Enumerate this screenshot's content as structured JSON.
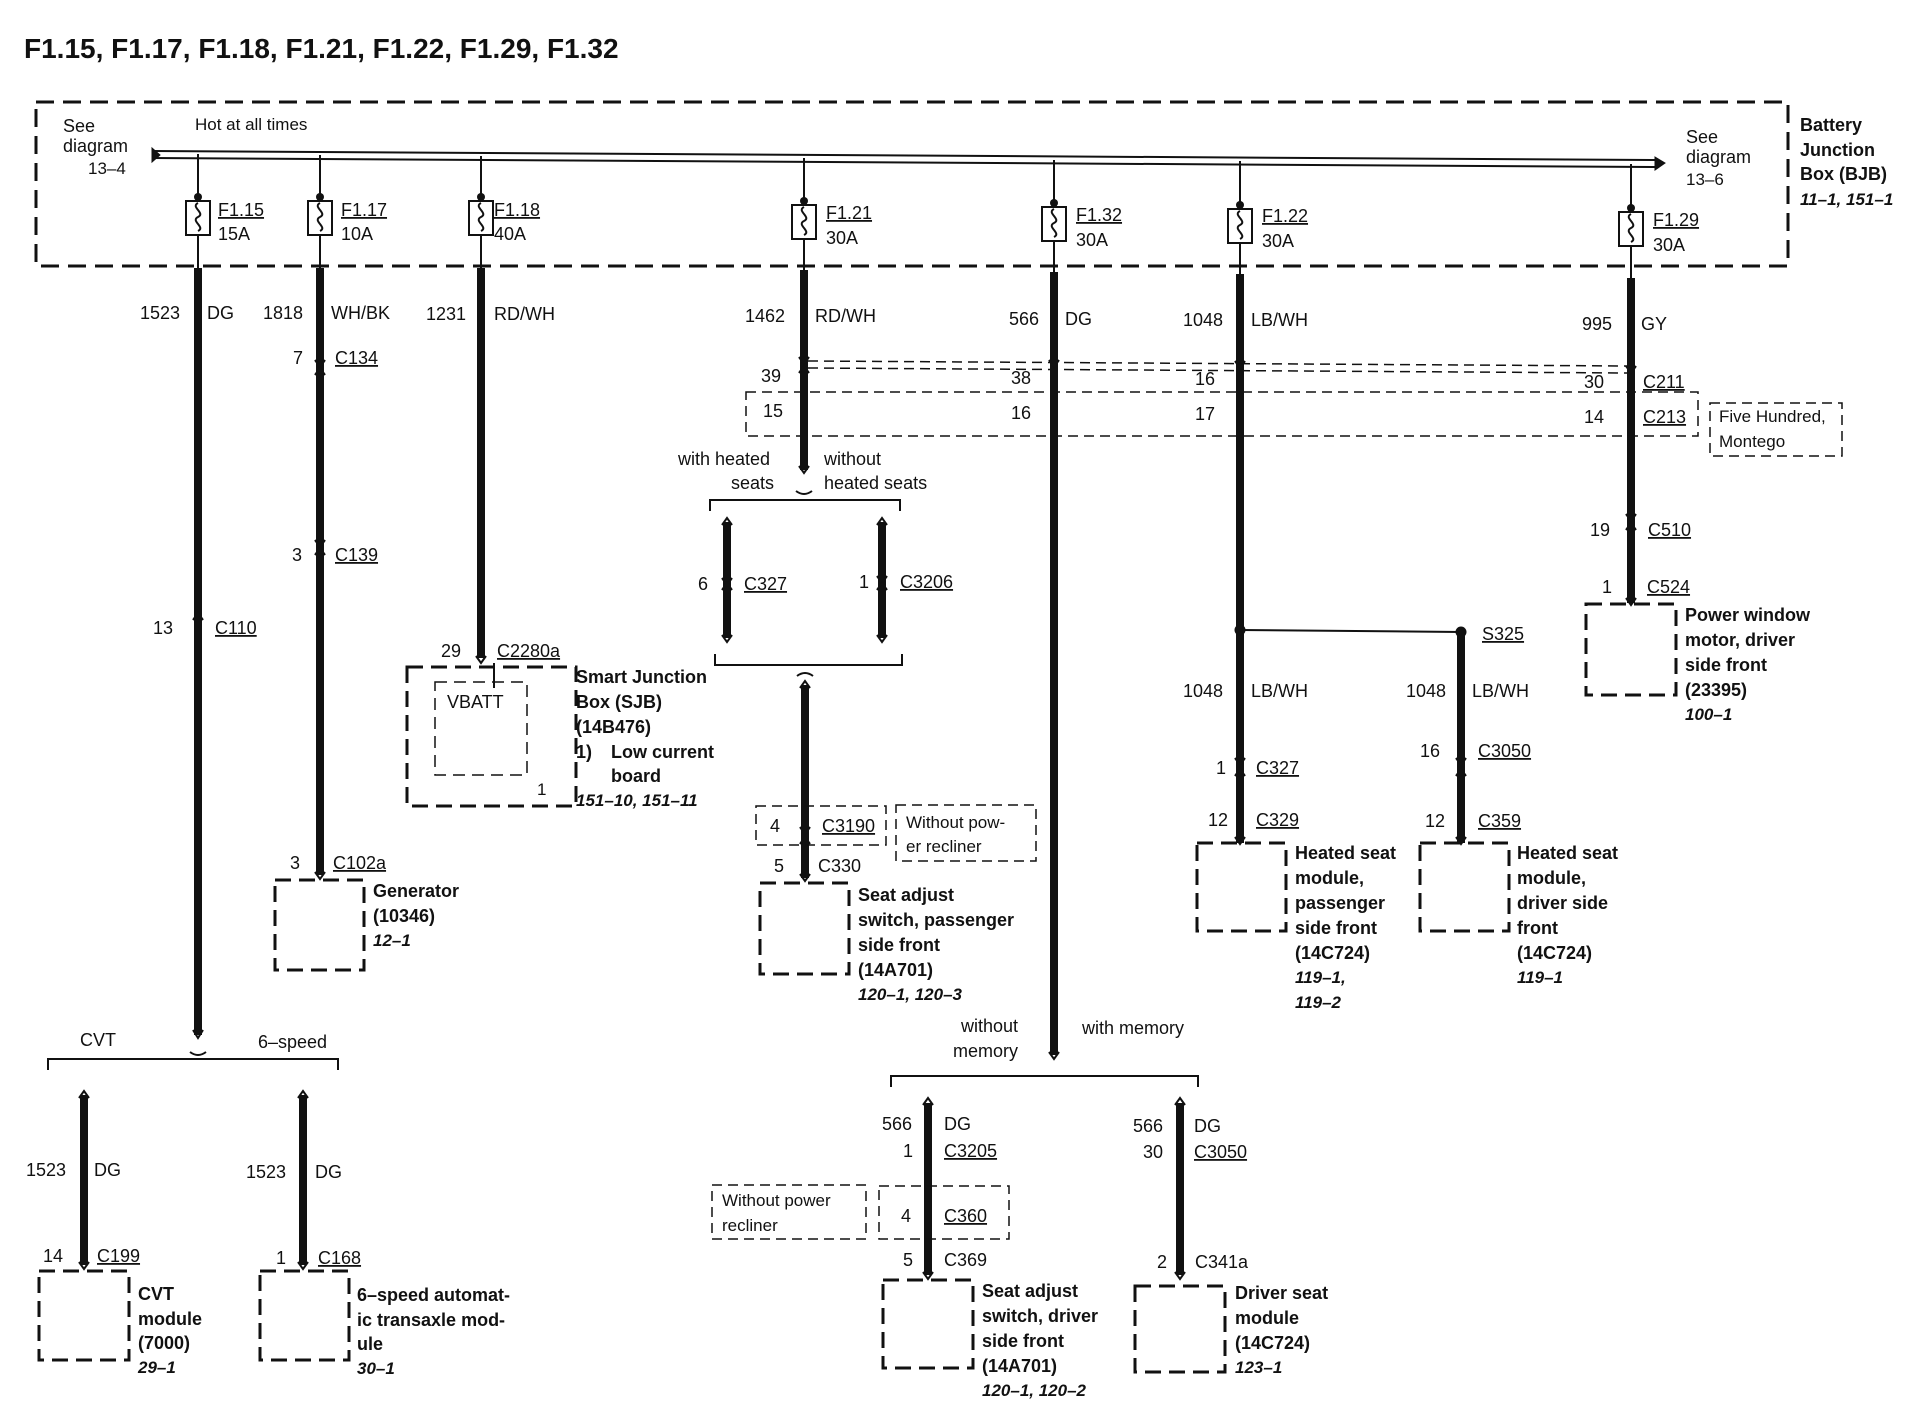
{
  "title": "F1.15, F1.17, F1.18, F1.21, F1.22, F1.29, F1.32",
  "bjb": {
    "see_left_1": "See",
    "see_left_2": "diagram",
    "see_left_ref": "13–4",
    "hot_label": "Hot at all times",
    "see_right_1": "See",
    "see_right_2": "diagram",
    "see_right_ref": "13–6",
    "name_1": "Battery",
    "name_2": "Junction",
    "name_3": "Box (BJB)",
    "name_ref": "11–1, 151–1"
  },
  "fuses": [
    {
      "name": "F1.15",
      "amps": "15A"
    },
    {
      "name": "F1.17",
      "amps": "10A"
    },
    {
      "name": "F1.18",
      "amps": "40A"
    },
    {
      "name": "F1.21",
      "amps": "30A"
    },
    {
      "name": "F1.32",
      "amps": "30A"
    },
    {
      "name": "F1.22",
      "amps": "30A"
    },
    {
      "name": "F1.29",
      "amps": "30A"
    }
  ],
  "wires": [
    {
      "circuit": "1523",
      "color": "DG"
    },
    {
      "circuit": "1818",
      "color": "WH/BK"
    },
    {
      "circuit": "1231",
      "color": "RD/WH"
    },
    {
      "circuit": "1462",
      "color": "RD/WH"
    },
    {
      "circuit": "566",
      "color": "DG"
    },
    {
      "circuit": "1048",
      "color": "LB/WH"
    },
    {
      "circuit": "995",
      "color": "GY"
    }
  ],
  "c211": {
    "name": "C211",
    "p1": "39",
    "p2": "38",
    "p3": "16",
    "p4": "30"
  },
  "c213": {
    "name": "C213",
    "p1": "15",
    "p2": "16",
    "p3": "17",
    "p4": "14",
    "note_1": "Five Hundred,",
    "note_2": "Montego"
  },
  "col1": {
    "c110_pin": "13",
    "c110": "C110",
    "branch_left": "CVT",
    "branch_right": "6–speed",
    "cvt_circuit": "1523",
    "cvt_color": "DG",
    "c199_pin": "14",
    "c199": "C199",
    "cvt_name_1": "CVT",
    "cvt_name_2": "module",
    "cvt_name_3": "(7000)",
    "cvt_ref": "29–1",
    "six_circuit": "1523",
    "six_color": "DG",
    "c168_pin": "1",
    "c168": "C168",
    "six_name_1": "6–speed automat-",
    "six_name_2": "ic transaxle mod-",
    "six_name_3": "ule",
    "six_ref": "30–1"
  },
  "col2": {
    "c134_pin": "7",
    "c134": "C134",
    "c139_pin": "3",
    "c139": "C139",
    "c102_pin": "3",
    "c102": "C102a",
    "gen_1": "Generator",
    "gen_2": "(10346)",
    "gen_ref": "12–1"
  },
  "col3": {
    "c2280_pin": "29",
    "c2280": "C2280a",
    "vbatt": "VBATT",
    "pin1": "1",
    "sjb_1": "Smart Junction",
    "sjb_2": "Box (SJB)",
    "sjb_3": "(14B476)",
    "sjb_4": "1)",
    "sjb_5": "Low current",
    "sjb_6": "board",
    "sjb_ref": "151–10, 151–11"
  },
  "col4": {
    "with_1": "with heated",
    "with_2": "seats",
    "without_1": "without",
    "without_2": "heated seats",
    "c327_pin": "6",
    "c327": "C327",
    "c3206_pin": "1",
    "c3206": "C3206",
    "c3190_pin": "4",
    "c3190": "C3190",
    "recliner_1": "Without pow-",
    "recliner_2": "er recliner",
    "c330_pin": "5",
    "c330": "C330",
    "sw_1": "Seat adjust",
    "sw_2": "switch, passenger",
    "sw_3": "side front",
    "sw_4": "(14A701)",
    "sw_ref": "120–1, 120–3"
  },
  "col5": {
    "without_1": "without",
    "without_2": "memory",
    "with_mem": "with memory",
    "a_circuit": "566",
    "a_color": "DG",
    "c3205_pin": "1",
    "c3205": "C3205",
    "recl_1": "Without power",
    "recl_2": "recliner",
    "c360_pin": "4",
    "c360": "C360",
    "c369_pin": "5",
    "c369": "C369",
    "sw_1": "Seat adjust",
    "sw_2": "switch, driver",
    "sw_3": "side front",
    "sw_4": "(14A701)",
    "sw_ref": "120–1, 120–2",
    "b_circuit": "566",
    "b_color": "DG",
    "c3050_pin": "30",
    "c3050": "C3050",
    "c341_pin": "2",
    "c341": "C341a",
    "dsm_1": "Driver seat",
    "dsm_2": "module",
    "dsm_3": "(14C724)",
    "dsm_ref": "123–1"
  },
  "col6": {
    "s325": "S325",
    "a_circuit": "1048",
    "a_color": "LB/WH",
    "c327_pin": "1",
    "c327": "C327",
    "c329_pin": "12",
    "c329": "C329",
    "hp_1": "Heated seat",
    "hp_2": "module,",
    "hp_3": "passenger",
    "hp_4": "side front",
    "hp_5": "(14C724)",
    "hp_ref_1": "119–1,",
    "hp_ref_2": "119–2",
    "b_circuit": "1048",
    "b_color": "LB/WH",
    "c3050_pin": "16",
    "c3050": "C3050",
    "c359_pin": "12",
    "c359": "C359",
    "hd_1": "Heated seat",
    "hd_2": "module,",
    "hd_3": "driver side",
    "hd_4": "front",
    "hd_5": "(14C724)",
    "hd_ref": "119–1"
  },
  "col7": {
    "c510_pin": "19",
    "c510": "C510",
    "c524_pin": "1",
    "c524": "C524",
    "pw_1": "Power window",
    "pw_2": "motor, driver",
    "pw_3": "side front",
    "pw_4": "(23395)",
    "pw_ref": "100–1"
  }
}
